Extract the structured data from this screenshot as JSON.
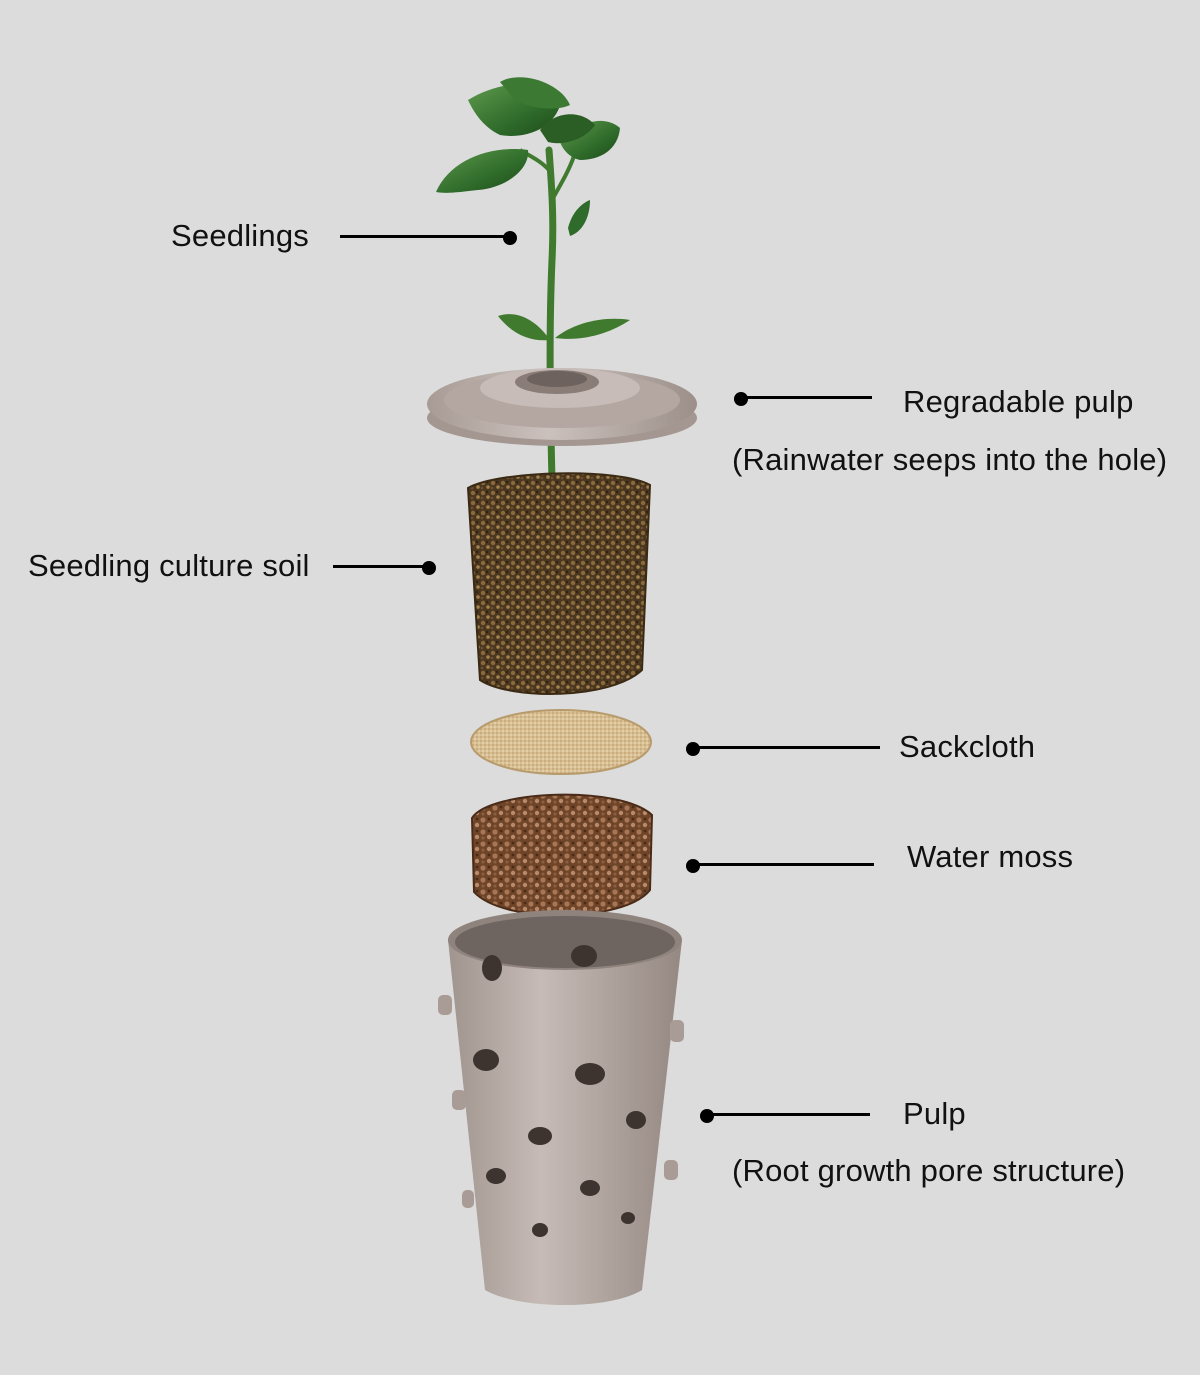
{
  "labels": {
    "seedlings": "Seedlings",
    "tray_title": "Regradable pulp",
    "tray_note": "(Rainwater seeps into the hole)",
    "soil": "Seedling culture soil",
    "sackcloth": "Sackcloth",
    "moss": "Water moss",
    "pot_title": "Pulp",
    "pot_note": "(Root growth pore structure)"
  },
  "colors": {
    "background": "#dcdcdc",
    "leader": "#000000",
    "leaf": "#2f6b2a",
    "pulp": "#b9aca7",
    "soil": "#5a4326",
    "sackcloth": "#d8bf93",
    "moss": "#8a5a3a"
  }
}
